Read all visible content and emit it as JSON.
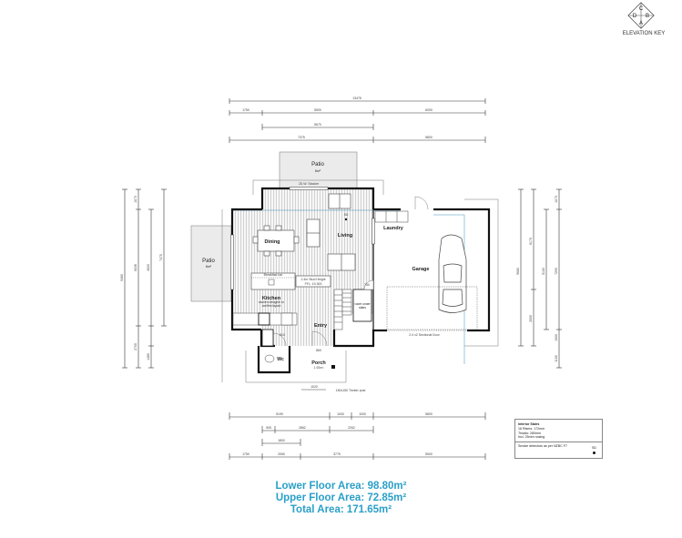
{
  "elevation_key": {
    "label": "ELEVATION KEY",
    "letters": {
      "top": "C",
      "left": "D",
      "right": "B",
      "bottom": "A"
    }
  },
  "rooms": {
    "patio_top": {
      "name": "Patio",
      "area": "8m²"
    },
    "patio_left": {
      "name": "Patio",
      "area": "8m²"
    },
    "dining": {
      "name": "Dining"
    },
    "living": {
      "name": "Living"
    },
    "kitchen": {
      "name": "Kitchen",
      "note": "kitchen designer to confirm layout"
    },
    "laundry": {
      "name": "Laundry"
    },
    "garage": {
      "name": "Garage"
    },
    "entry": {
      "name": "Entry"
    },
    "porch": {
      "name": "Porch",
      "area": "1.92m²"
    },
    "wc": {
      "name": "Wc"
    },
    "store": {
      "name": "Store under stairs"
    }
  },
  "annotations": {
    "breakfast_bar": "Breakfast bar",
    "stud_height": "2.4m Stud Height",
    "ffl": "FFL: 19.300",
    "stacker": "2D.W. Stacker",
    "garage_door": "2.4 x2 Sectional Door",
    "timber_post": "150x150 Timber post",
    "stud_note_left": "2.4m Stud Height",
    "sd": "SD",
    "hall_dim": "1020",
    "door_750": "750",
    "door_810": "810",
    "door_860": "860"
  },
  "dimensions": {
    "top": {
      "overall": "13475",
      "row2": [
        "1750",
        "5500",
        "6000"
      ],
      "row3": [
        "5670"
      ],
      "row4": [
        "7375",
        "5800"
      ]
    },
    "bottom": {
      "row1": [
        "5190",
        "1000",
        "1000",
        "5800"
      ],
      "row2": [
        "905",
        "2862",
        "2262"
      ],
      "row3": [
        "1800"
      ],
      "row4": [
        "1750",
        "2050",
        "3775",
        "5500"
      ]
    },
    "left": {
      "overall": "9480",
      "parts": [
        "1073",
        "6036",
        "2705",
        "1160"
      ],
      "inner": [
        "4620",
        "7475",
        "1480"
      ]
    },
    "right": {
      "overall": "9680",
      "parts": [
        "6175",
        "2505"
      ],
      "inner": [
        "5100",
        "1073",
        "7290",
        "1000",
        "1160"
      ]
    }
  },
  "legend": {
    "title": "Interior Stairs",
    "lines": [
      "16 Risers: 172mm",
      "Treads: 280mm",
      "Incl. 25mm nosing"
    ],
    "smoke_note": "Smoke detectors as per NZBC F7",
    "smoke_symbol": "SD"
  },
  "areas": {
    "lower": "Lower Floor Area: 98.80m²",
    "upper": "Upper Floor Area: 72.85m²",
    "total": "Total Area: 171.65m²"
  },
  "colors": {
    "area_text": "#2a9fc9",
    "wall": "#111111",
    "floor_hatch": "#bdbdbd",
    "patio_fill": "#ebebeb",
    "boundary": "#3a8fb7"
  }
}
